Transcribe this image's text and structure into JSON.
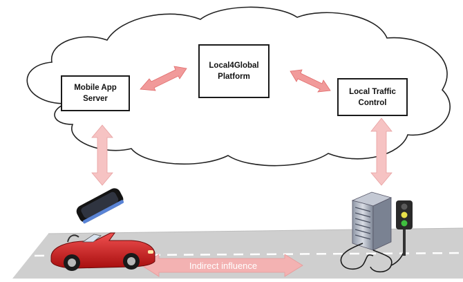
{
  "nodes": {
    "mobile_app_server": "Mobile App Server",
    "platform": "Local4Global Platform",
    "local_traffic_control": "Local Traffic Control"
  },
  "road": {
    "indirect_influence_label": "Indirect influence"
  },
  "icons": {
    "smartphone": "smartphone-icon",
    "car": "car-icon",
    "server": "server-icon",
    "traffic_light": "traffic-light-icon",
    "cloud": "cloud-shape"
  },
  "colors": {
    "arrow": "#f19a9a",
    "arrow_pale": "#f6c3c3",
    "road": "#cfcfcf",
    "car": "#d42020"
  }
}
